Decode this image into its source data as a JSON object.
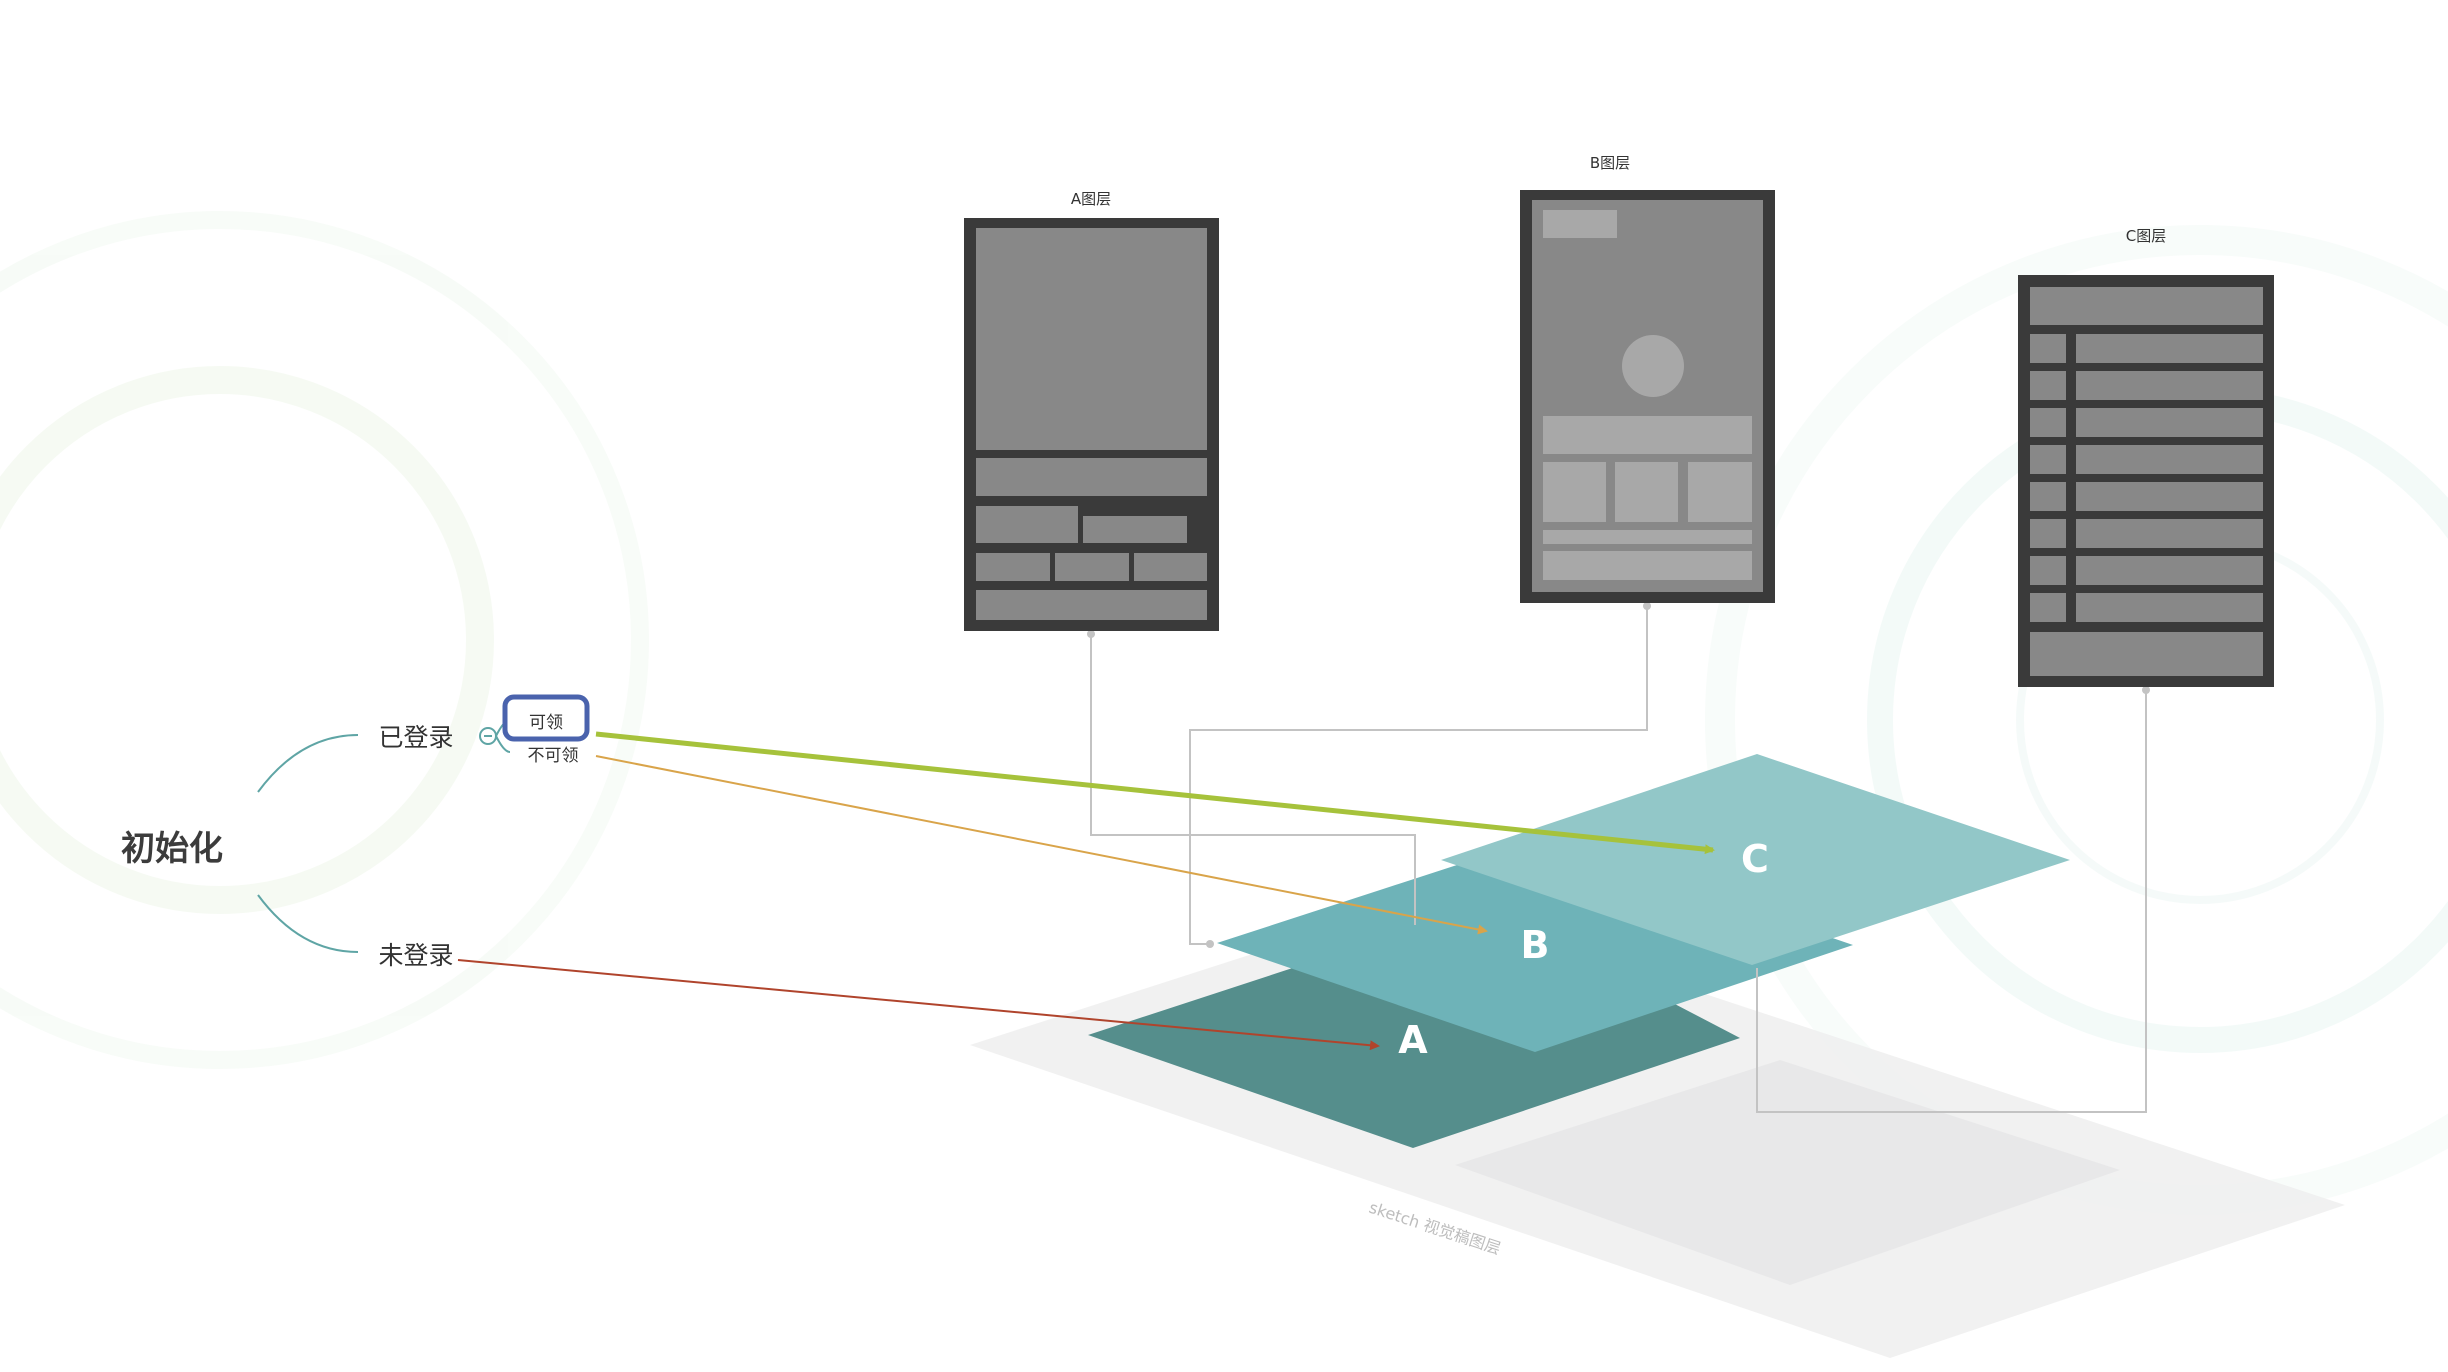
{
  "mindmap": {
    "root": "初始化",
    "logged_in": "已登录",
    "claimable": "可领",
    "not_claimable": "不可领",
    "not_logged_in": "未登录"
  },
  "wireframes": {
    "a_title": "A图层",
    "b_title": "B图层",
    "c_title": "C图层"
  },
  "layers": {
    "a": "A",
    "b": "B",
    "c": "C"
  },
  "watermark": "sketch 视觉稿图层",
  "colors": {
    "layer_a": "#558e8c",
    "layer_b": "#6eb3b8",
    "layer_c": "#92c7c8",
    "arrow_claimable": "#a6c23b",
    "arrow_not_claimable": "#d9a44a",
    "arrow_not_logged_in": "#b0442c",
    "highlight_box": "#4a63ad",
    "branch_line": "#5fa5a5",
    "frame_dark": "#3a3a3a",
    "frame_fill": "#888888",
    "frame_block": "#a8a8a8",
    "connector": "#c3c3c3"
  }
}
